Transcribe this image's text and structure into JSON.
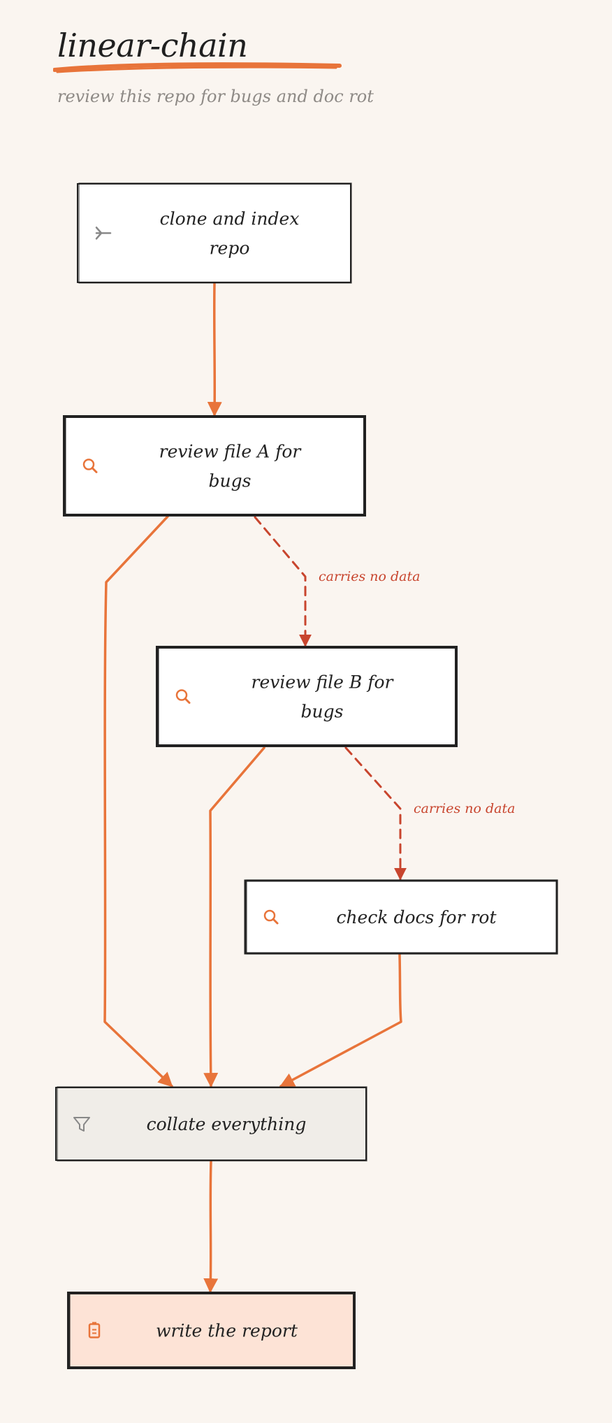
{
  "title": "linear-chain",
  "subtitle": "review this repo for bugs and doc rot",
  "colors": {
    "background": "#faf5f0",
    "accent": "#e8743a",
    "dashed_edge": "#c8452e",
    "node_border": "#222222",
    "node_fill": "#ffffff",
    "collate_fill": "#f0ede8",
    "report_fill": "#fde3d6",
    "icon_gray": "#888888"
  },
  "nodes": [
    {
      "id": "clone",
      "label_lines": [
        "clone and index",
        "repo"
      ],
      "icon": "git-branch-icon",
      "kind": "start"
    },
    {
      "id": "reviewA",
      "label_lines": [
        "review file A for",
        "bugs"
      ],
      "icon": "search-icon",
      "kind": "task"
    },
    {
      "id": "reviewB",
      "label_lines": [
        "review file B for",
        "bugs"
      ],
      "icon": "search-icon",
      "kind": "task"
    },
    {
      "id": "docs",
      "label_lines": [
        "check docs for rot"
      ],
      "icon": "search-icon",
      "kind": "task"
    },
    {
      "id": "collate",
      "label_lines": [
        "collate everything"
      ],
      "icon": "filter-icon",
      "kind": "collate"
    },
    {
      "id": "report",
      "label_lines": [
        "write the report"
      ],
      "icon": "clipboard-icon",
      "kind": "output"
    }
  ],
  "edges": [
    {
      "from": "clone",
      "to": "reviewA",
      "style": "solid",
      "label": ""
    },
    {
      "from": "reviewA",
      "to": "reviewB",
      "style": "dashed",
      "label": "carries no data"
    },
    {
      "from": "reviewB",
      "to": "docs",
      "style": "dashed",
      "label": "carries no data"
    },
    {
      "from": "reviewA",
      "to": "collate",
      "style": "solid",
      "label": ""
    },
    {
      "from": "reviewB",
      "to": "collate",
      "style": "solid",
      "label": ""
    },
    {
      "from": "docs",
      "to": "collate",
      "style": "solid",
      "label": ""
    },
    {
      "from": "collate",
      "to": "report",
      "style": "solid",
      "label": ""
    }
  ]
}
